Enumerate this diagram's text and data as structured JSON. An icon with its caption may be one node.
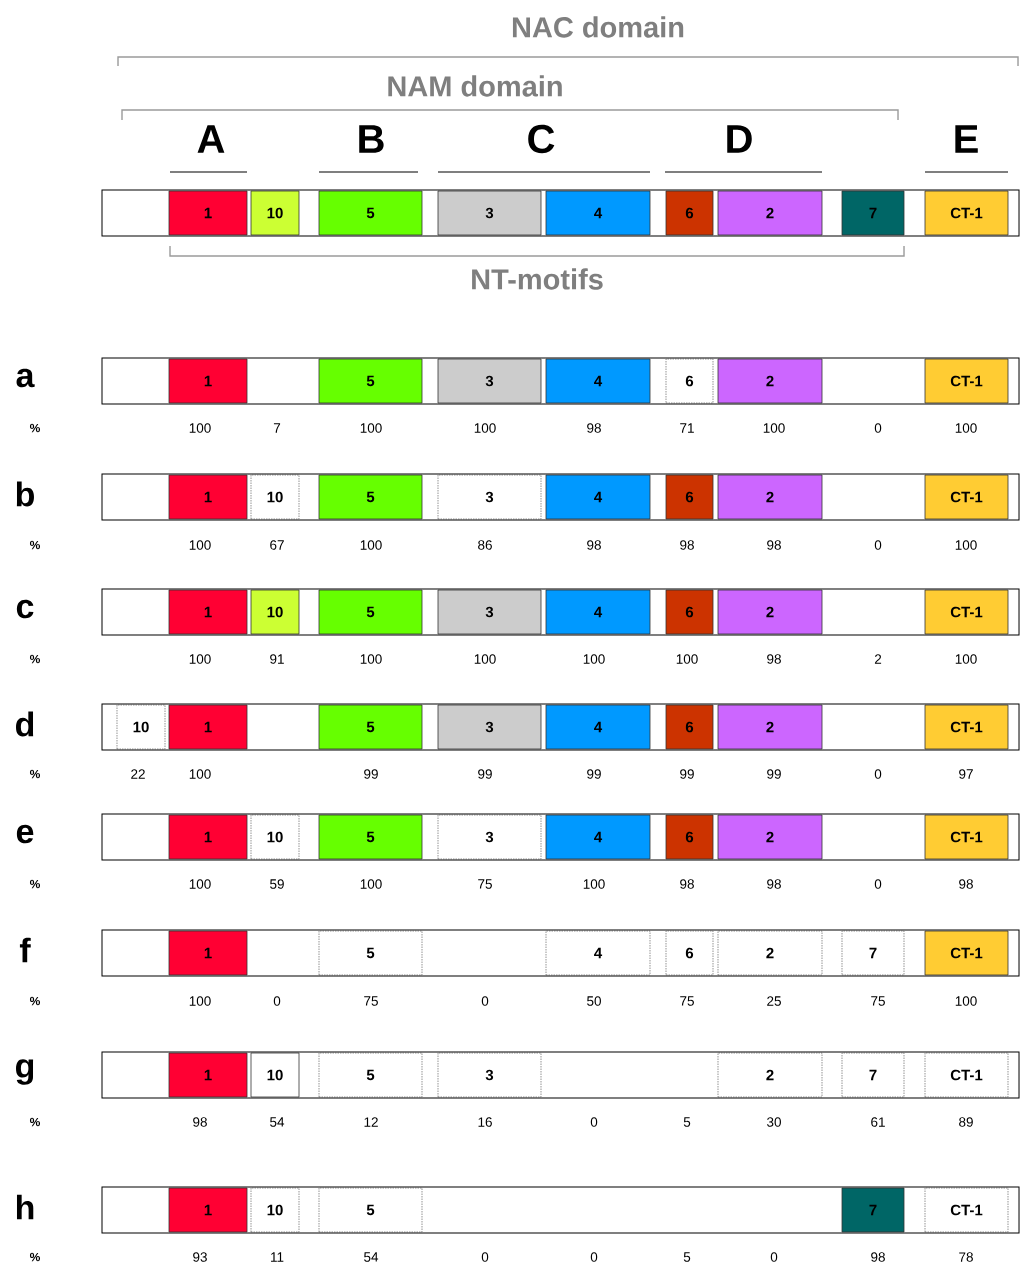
{
  "diagram": {
    "nodes": [
      {
        "text": [],
        "shape": "bar"
      },
      {
        "text": [
          "1"
        ],
        "in": 0
      },
      {
        "text": [
          "10"
        ],
        "in": 0
      },
      {
        "text": [
          "5"
        ],
        "in": 0
      },
      {
        "text": [
          "3"
        ],
        "in": 0
      },
      {
        "text": [
          "4"
        ],
        "in": 0
      },
      {
        "text": [
          "6"
        ],
        "in": 0
      },
      {
        "text": [
          "2"
        ],
        "in": 0
      },
      {
        "text": [
          "7"
        ],
        "in": 0
      },
      {
        "text": [
          "CT-1"
        ],
        "in": 0
      },
      {
        "text": [],
        "shape": "bar"
      },
      {
        "text": [
          "1"
        ],
        "in": 10
      },
      {
        "text": [
          "5"
        ],
        "in": 10
      },
      {
        "text": [
          "3"
        ],
        "in": 10
      },
      {
        "text": [
          "4"
        ],
        "in": 10
      },
      {
        "text": [
          "6"
        ],
        "in": 10
      },
      {
        "text": [
          "2"
        ],
        "in": 10
      },
      {
        "text": [
          "CT-1"
        ],
        "in": 10
      },
      {
        "text": [],
        "shape": "bar"
      },
      {
        "text": [
          "1"
        ],
        "in": 18
      },
      {
        "text": [
          "10"
        ],
        "in": 18
      },
      {
        "text": [
          "5"
        ],
        "in": 18
      },
      {
        "text": [
          "3"
        ],
        "in": 18
      },
      {
        "text": [
          "4"
        ],
        "in": 18
      },
      {
        "text": [
          "6"
        ],
        "in": 18
      },
      {
        "text": [
          "2"
        ],
        "in": 18
      },
      {
        "text": [
          "CT-1"
        ],
        "in": 18
      },
      {
        "text": [],
        "shape": "bar"
      },
      {
        "text": [
          "1"
        ],
        "in": 27
      },
      {
        "text": [
          "10"
        ],
        "in": 27
      },
      {
        "text": [
          "5"
        ],
        "in": 27
      },
      {
        "text": [
          "3"
        ],
        "in": 27
      },
      {
        "text": [
          "4"
        ],
        "in": 27
      },
      {
        "text": [
          "6"
        ],
        "in": 27
      },
      {
        "text": [
          "2"
        ],
        "in": 27
      },
      {
        "text": [
          "CT-1"
        ],
        "in": 27
      },
      {
        "text": [],
        "shape": "bar"
      },
      {
        "text": [
          "10"
        ],
        "in": 36
      },
      {
        "text": [
          "1"
        ],
        "in": 36
      },
      {
        "text": [
          "5"
        ],
        "in": 36
      },
      {
        "text": [
          "3"
        ],
        "in": 36
      },
      {
        "text": [
          "4"
        ],
        "in": 36
      },
      {
        "text": [
          "6"
        ],
        "in": 36
      },
      {
        "text": [
          "2"
        ],
        "in": 36
      },
      {
        "text": [
          "CT-1"
        ],
        "in": 36
      },
      {
        "text": [],
        "shape": "bar"
      },
      {
        "text": [
          "1"
        ],
        "in": 45
      },
      {
        "text": [
          "10"
        ],
        "in": 45
      },
      {
        "text": [
          "5"
        ],
        "in": 45
      },
      {
        "text": [
          "3"
        ],
        "in": 45
      },
      {
        "text": [
          "4"
        ],
        "in": 45
      },
      {
        "text": [
          "6"
        ],
        "in": 45
      },
      {
        "text": [
          "2"
        ],
        "in": 45
      },
      {
        "text": [
          "CT-1"
        ],
        "in": 45
      },
      {
        "text": [],
        "shape": "bar"
      },
      {
        "text": [
          "1"
        ],
        "in": 54
      },
      {
        "text": [
          "5"
        ],
        "in": 54
      },
      {
        "text": [
          "4"
        ],
        "in": 54
      },
      {
        "text": [
          "6"
        ],
        "in": 54
      },
      {
        "text": [
          "2"
        ],
        "in": 54
      },
      {
        "text": [
          "7"
        ],
        "in": 54
      },
      {
        "text": [
          "CT-1"
        ],
        "in": 54
      },
      {
        "text": [],
        "shape": "bar"
      },
      {
        "text": [
          "1"
        ],
        "in": 62
      },
      {
        "text": [
          "10"
        ],
        "in": 62
      },
      {
        "text": [
          "5"
        ],
        "in": 62
      },
      {
        "text": [
          "3"
        ],
        "in": 62
      },
      {
        "text": [
          "2"
        ],
        "in": 62
      },
      {
        "text": [
          "7"
        ],
        "in": 62
      },
      {
        "text": [
          "CT-1"
        ],
        "in": 62
      },
      {
        "text": [],
        "shape": "bar"
      },
      {
        "text": [
          "1"
        ],
        "in": 70
      },
      {
        "text": [
          "10"
        ],
        "in": 70
      },
      {
        "text": [
          "5"
        ],
        "in": 70
      },
      {
        "text": [
          "7"
        ],
        "in": 70
      },
      {
        "text": [
          "CT-1"
        ],
        "in": 70
      }
    ],
    "labels": [
      "NAC domain",
      "NAM domain",
      "A",
      "B",
      "C",
      "D",
      "E",
      "NT-motifs",
      "a",
      "%",
      "100",
      "7",
      "100",
      "100",
      "98",
      "71",
      "100",
      "0",
      "100",
      "b",
      "%",
      "100",
      "67",
      "100",
      "86",
      "98",
      "98",
      "98",
      "0",
      "100",
      "c",
      "%",
      "100",
      "91",
      "100",
      "100",
      "100",
      "100",
      "98",
      "2",
      "100",
      "d",
      "%",
      "22",
      "100",
      "99",
      "99",
      "99",
      "99",
      "99",
      "0",
      "97",
      "e",
      "%",
      "100",
      "59",
      "100",
      "75",
      "100",
      "98",
      "98",
      "0",
      "98",
      "f",
      "%",
      "100",
      "0",
      "75",
      "0",
      "50",
      "75",
      "25",
      "75",
      "100",
      "g",
      "%",
      "98",
      "54",
      "12",
      "16",
      "0",
      "5",
      "30",
      "61",
      "89",
      "h",
      "%",
      "93",
      "11",
      "54",
      "0",
      "0",
      "5",
      "0",
      "98",
      "78"
    ]
  }
}
